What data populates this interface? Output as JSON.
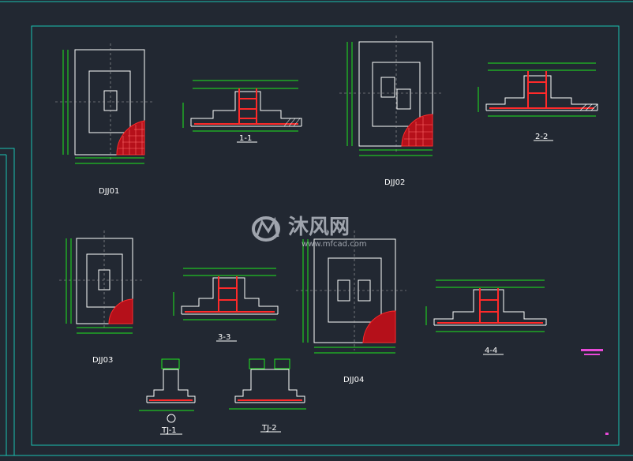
{
  "colors": {
    "background": "#222832",
    "frame": "#19c2b3",
    "outline": "#ffffff",
    "dimension": "#1fe81f",
    "rebar": "#ff2a2a",
    "note": "#e84ad8",
    "watermark": "#c9ced6"
  },
  "labels": {
    "djj01": "DJJ01",
    "djj02": "DJJ02",
    "djj03": "DJJ03",
    "djj04": "DJJ04",
    "sec11": "1-1",
    "sec22": "2-2",
    "sec33": "3-3",
    "sec44": "4-4",
    "tj1": "TJ-1",
    "tj2": "TJ-2"
  },
  "watermark": {
    "brand": "沐风网",
    "url": "www.mfcad.com",
    "logo_icon": "mf-logo-icon"
  }
}
